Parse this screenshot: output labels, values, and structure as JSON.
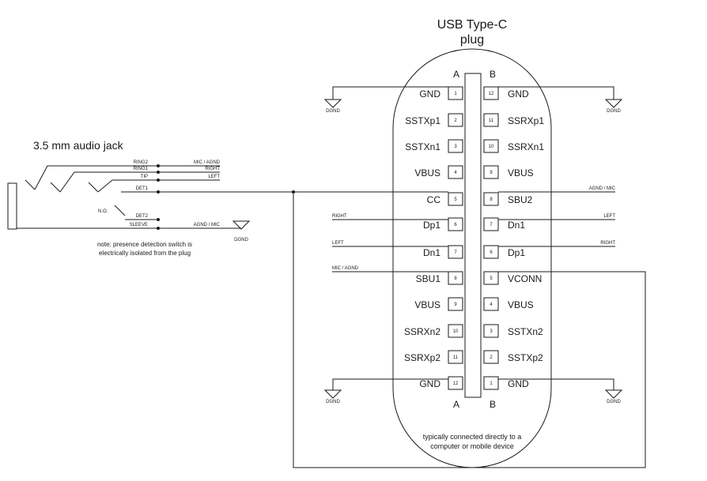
{
  "plug": {
    "title_line1": "USB Type-C",
    "title_line2": "plug",
    "side_a": "A",
    "side_b": "B",
    "footer_line1": "typically connected directly to a",
    "footer_line2": "computer or mobile device"
  },
  "jack": {
    "title": "3.5 mm audio jack",
    "contacts": [
      "RING2",
      "RING1",
      "TIP",
      "DET1",
      "DET2",
      "SLEEVE"
    ],
    "signals": {
      "ring2": "MIC / AGND",
      "ring1": "RIGHT",
      "tip": "LEFT",
      "sleeve": "AGND / MIC"
    },
    "no_label": "N.O.",
    "note_line1": "note:  presence detection switch is",
    "note_line2": "electrically isolated from the plug"
  },
  "ground": {
    "label": "DGND"
  },
  "pins_a": [
    {
      "num": "1",
      "name": "GND"
    },
    {
      "num": "2",
      "name": "SSTXp1"
    },
    {
      "num": "3",
      "name": "SSTXn1"
    },
    {
      "num": "4",
      "name": "VBUS"
    },
    {
      "num": "5",
      "name": "CC"
    },
    {
      "num": "6",
      "name": "Dp1"
    },
    {
      "num": "7",
      "name": "Dn1"
    },
    {
      "num": "8",
      "name": "SBU1"
    },
    {
      "num": "9",
      "name": "VBUS"
    },
    {
      "num": "10",
      "name": "SSRXn2"
    },
    {
      "num": "11",
      "name": "SSRXp2"
    },
    {
      "num": "12",
      "name": "GND"
    }
  ],
  "pins_b": [
    {
      "num": "12",
      "name": "GND"
    },
    {
      "num": "11",
      "name": "SSRXp1"
    },
    {
      "num": "10",
      "name": "SSRXn1"
    },
    {
      "num": "9",
      "name": "VBUS"
    },
    {
      "num": "8",
      "name": "SBU2"
    },
    {
      "num": "7",
      "name": "Dn1"
    },
    {
      "num": "6",
      "name": "Dp1"
    },
    {
      "num": "5",
      "name": "VCONN"
    },
    {
      "num": "4",
      "name": "VBUS"
    },
    {
      "num": "3",
      "name": "SSTXn2"
    },
    {
      "num": "2",
      "name": "SSTXp2"
    },
    {
      "num": "1",
      "name": "GND"
    }
  ],
  "wire_labels": {
    "sbu2": "AGND / MIC",
    "dn1_b": "LEFT",
    "dp1_b": "RIGHT",
    "dp1_a": "RIGHT",
    "dn1_a": "LEFT",
    "sbu1_a": "MIC / AGND"
  }
}
